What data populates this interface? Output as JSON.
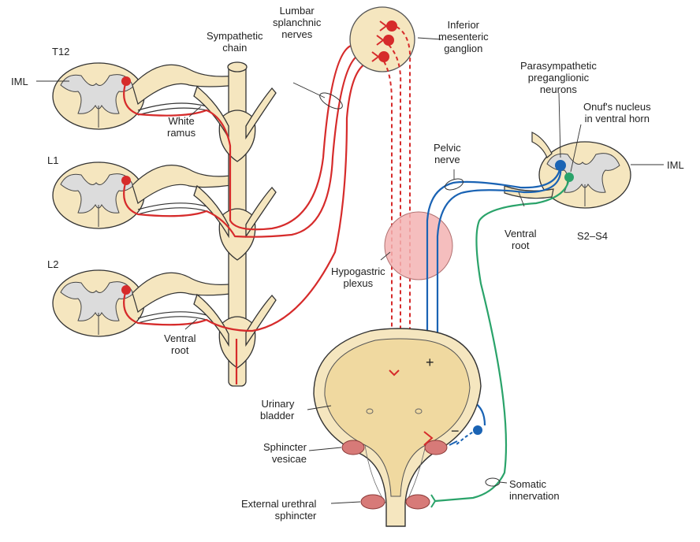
{
  "labels": {
    "t12": "T12",
    "iml_left": "IML",
    "l1": "L1",
    "l2": "L2",
    "sympathetic_chain": "Sympathetic\nchain",
    "lumbar_splanchnic": "Lumbar\nsplanchnic\nnerves",
    "inferior_mesenteric": "Inferior\nmesenteric\nganglion",
    "white_ramus": "White\nramus",
    "ventral_root_left": "Ventral\nroot",
    "parasympathetic": "Parasympathetic\npreganglionic\nneurons",
    "onufs": "Onuf's nucleus\nin ventral horn",
    "iml_right": "IML",
    "pelvic_nerve": "Pelvic\nnerve",
    "ventral_root_right": "Ventral\nroot",
    "s2s4": "S2–S4",
    "hypogastric": "Hypogastric\nplexus",
    "urinary_bladder": "Urinary\nbladder",
    "sphincter_vesicae": "Sphincter\nvesicae",
    "external_urethral": "External urethral\nsphincter",
    "somatic": "Somatic\ninnervation",
    "plus": "+",
    "minus": "−"
  },
  "colors": {
    "sympathetic": "#d62b2b",
    "parasympathetic": "#1a63b4",
    "somatic": "#2aa36a",
    "tissue": "#f5e6bf",
    "grey_matter": "#dcdcdc",
    "plexus": "#f3b3b3",
    "sphincter": "#d77a78"
  }
}
